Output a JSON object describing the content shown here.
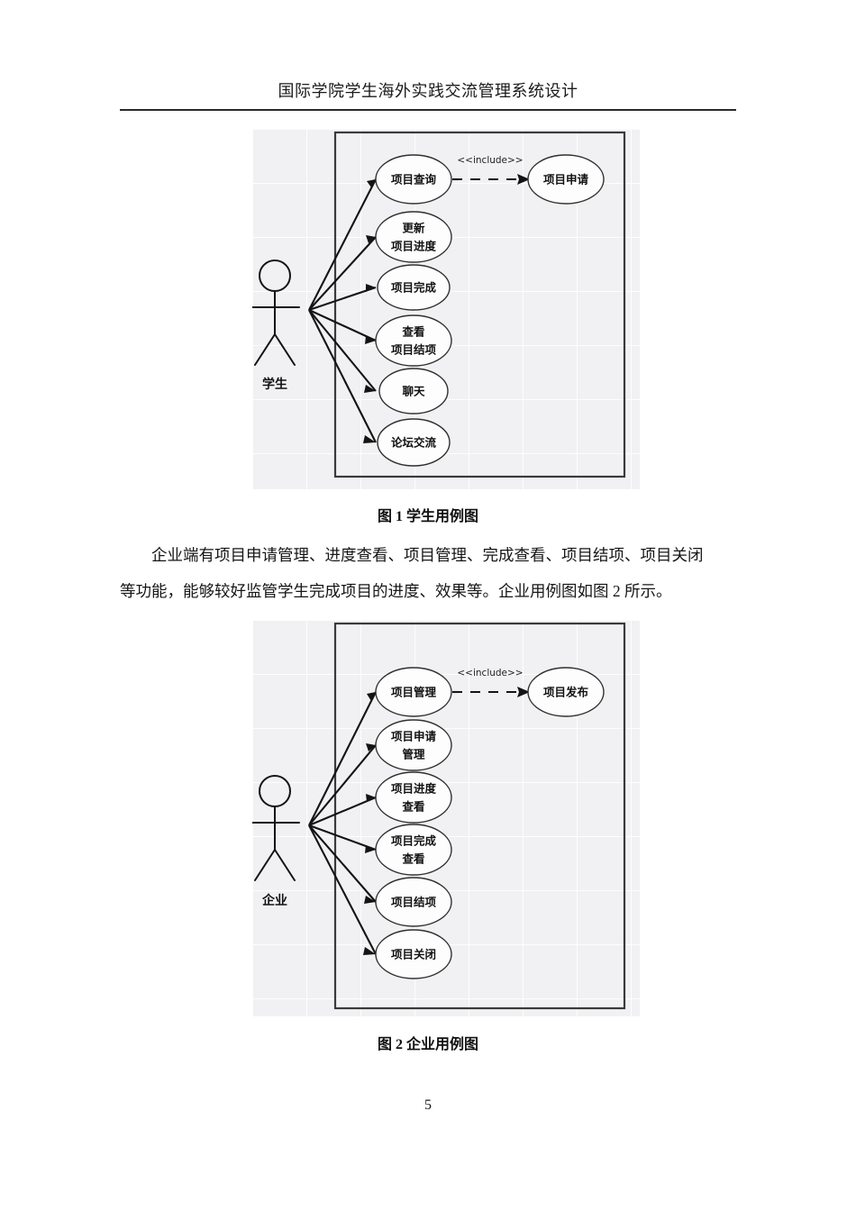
{
  "page": {
    "header_title": "国际学院学生海外实践交流管理系统设计",
    "page_number": "5"
  },
  "figure1": {
    "caption": "图 1  学生用例图",
    "actor": "学生",
    "use_cases": [
      "项目查询",
      "更新\n项目进度",
      "项目完成",
      "查看\n项目结项",
      "聊天",
      "论坛交流"
    ],
    "included_use_case": "项目申请",
    "stereotype": "<<include>>",
    "include_source": "项目查询"
  },
  "figure2": {
    "caption": "图 2  企业用例图",
    "actor": "企业",
    "use_cases": [
      "项目管理",
      "项目申请\n管理",
      "项目进度\n查看",
      "项目完成\n查看",
      "项目结项",
      "项目关闭"
    ],
    "included_use_case": "项目发布",
    "stereotype": "<<include>>",
    "include_source": "项目管理"
  },
  "paragraph": {
    "line1": "企业端有项目申请管理、进度查看、项目管理、完成查看、项目结项、项目关闭",
    "line2": "等功能，能够较好监管学生完成项目的进度、效果等。企业用例图如图 2 所示。"
  },
  "colors": {
    "canvas_bg": "#f1f1f3",
    "stroke": "#141414",
    "ellipse_fill": "#fdfdfd",
    "boundary_stroke": "#3a3a3a"
  }
}
